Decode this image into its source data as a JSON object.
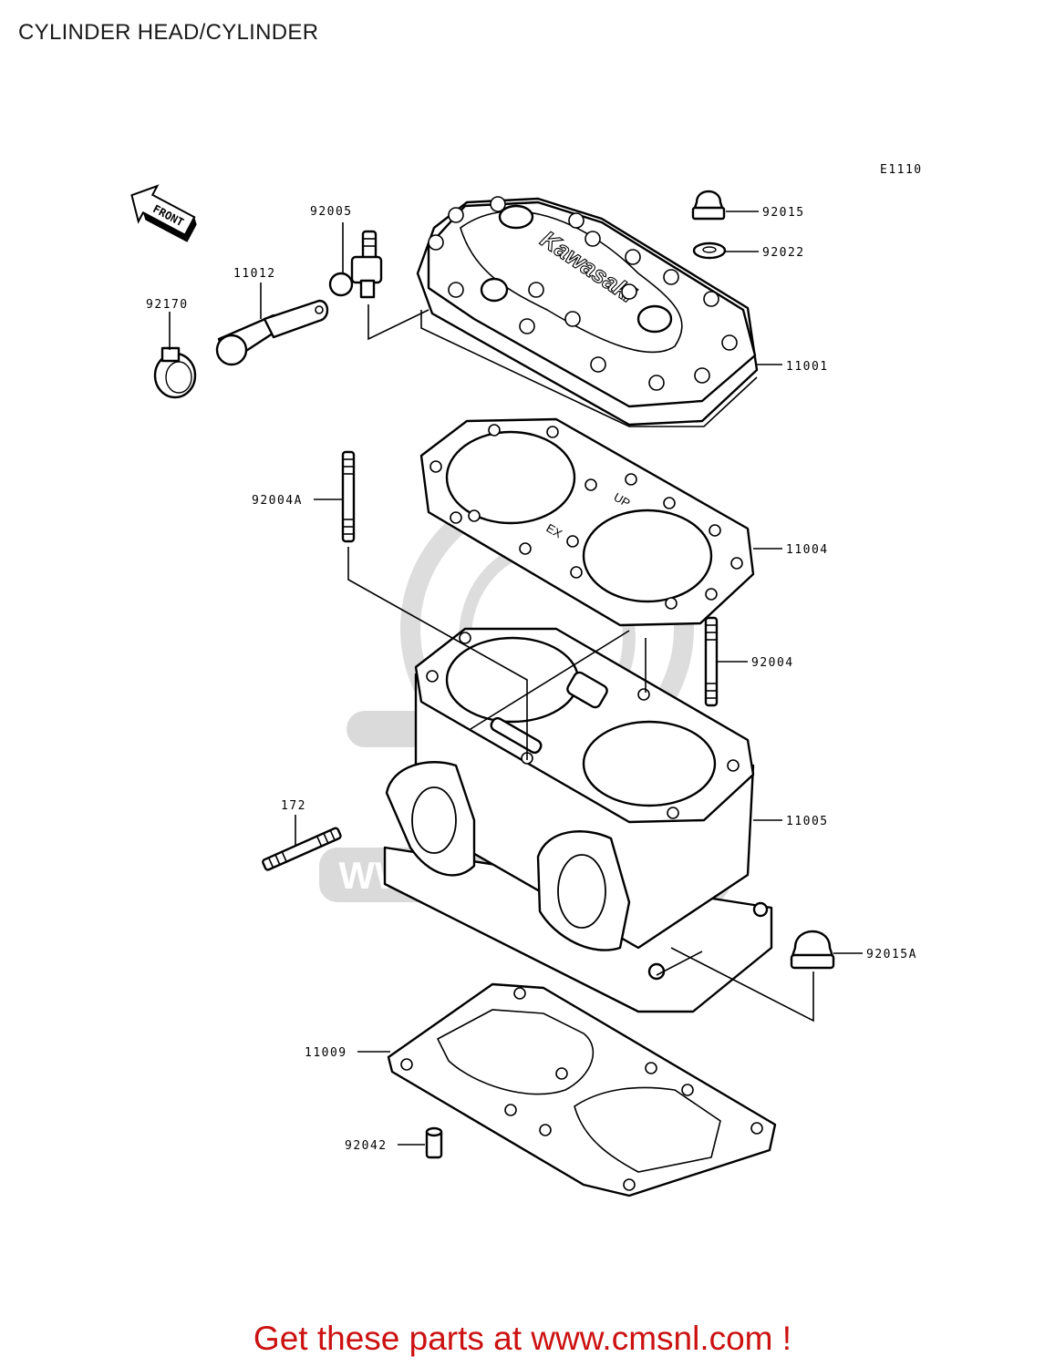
{
  "page": {
    "title": "CYLINDER HEAD/CYLINDER",
    "figure_code": "E1110",
    "front_arrow": "FRONT"
  },
  "callouts": [
    {
      "id": "92005",
      "label": "92005"
    },
    {
      "id": "92015",
      "label": "92015"
    },
    {
      "id": "92022",
      "label": "92022"
    },
    {
      "id": "11012",
      "label": "11012"
    },
    {
      "id": "92170",
      "label": "92170"
    },
    {
      "id": "11001",
      "label": "11001"
    },
    {
      "id": "92004A",
      "label": "92004A"
    },
    {
      "id": "11004",
      "label": "11004"
    },
    {
      "id": "92004",
      "label": "92004"
    },
    {
      "id": "172",
      "label": "172"
    },
    {
      "id": "11005",
      "label": "11005"
    },
    {
      "id": "92015A",
      "label": "92015A"
    },
    {
      "id": "11009",
      "label": "11009"
    },
    {
      "id": "92042",
      "label": "92042"
    }
  ],
  "engravings": {
    "brand": "Kawasaki",
    "gasket_up": "UP",
    "gasket_ex": "EX"
  },
  "watermark": {
    "text": "WWW.CMSNL.COM"
  },
  "footer": {
    "link_text": "Get these parts at www.cmsnl.com !",
    "color": "#cc1111"
  }
}
